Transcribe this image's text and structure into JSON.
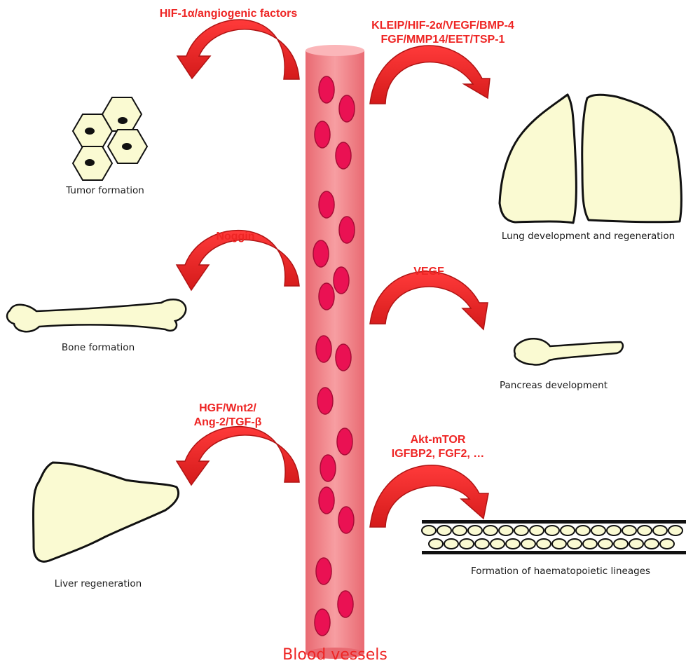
{
  "title": "Blood vessels",
  "colors": {
    "accent_red": "#ee2524",
    "vessel_fill": "#f2858a",
    "cell_fill": "#ea1153",
    "organ_fill": "#fafad2",
    "outline": "#111111"
  },
  "branches": [
    {
      "id": "tumor",
      "factors": "HIF-1α/angiogenic factors",
      "caption": "Tumor formation",
      "icon": "tumor-cells-icon"
    },
    {
      "id": "lung",
      "factors": "KLEIP/HIF-2α/VEGF/BMP-4\nFGF/MMP14/EET/TSP-1",
      "caption": "Lung development and regeneration",
      "icon": "lung-icon"
    },
    {
      "id": "bone",
      "factors": "Noggin",
      "caption": "Bone formation",
      "icon": "bone-icon"
    },
    {
      "id": "pancreas",
      "factors": "VEGF",
      "caption": "Pancreas development",
      "icon": "pancreas-icon"
    },
    {
      "id": "liver",
      "factors": "HGF/Wnt2/\nAng-2/TGF-β",
      "caption": "Liver regeneration",
      "icon": "liver-icon"
    },
    {
      "id": "haemato",
      "factors": "Akt-mTOR\nIGFBP2, FGF2, …",
      "caption": "Formation of haematopoietic lineages",
      "icon": "bone-marrow-cells-icon"
    }
  ]
}
